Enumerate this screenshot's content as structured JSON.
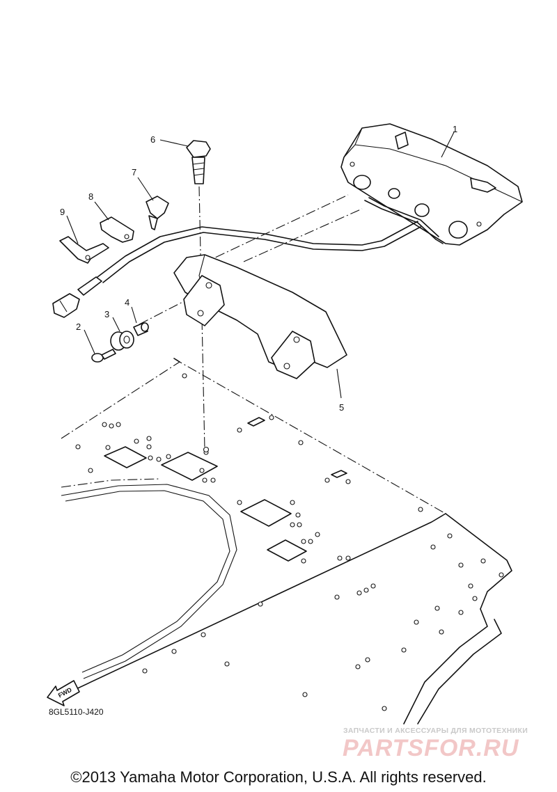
{
  "diagram": {
    "callouts": [
      {
        "id": "1",
        "label": "1"
      },
      {
        "id": "2",
        "label": "2"
      },
      {
        "id": "3",
        "label": "3"
      },
      {
        "id": "4",
        "label": "4"
      },
      {
        "id": "5",
        "label": "5"
      },
      {
        "id": "6",
        "label": "6"
      },
      {
        "id": "7",
        "label": "7"
      },
      {
        "id": "8",
        "label": "8"
      },
      {
        "id": "9",
        "label": "9"
      }
    ],
    "fwd_label": "FWD",
    "drawing_code": "8GL5110-J420"
  },
  "watermark": {
    "tagline": "ЗАПЧАСТИ И АКСЕССУАРЫ ДЛЯ МОТОТЕХНИКИ",
    "logo": "PARTSFOR.RU",
    "logo_color": "#f2c7c7"
  },
  "footer": {
    "copyright": "©2013 Yamaha Motor Corporation, U.S.A. All rights reserved."
  }
}
